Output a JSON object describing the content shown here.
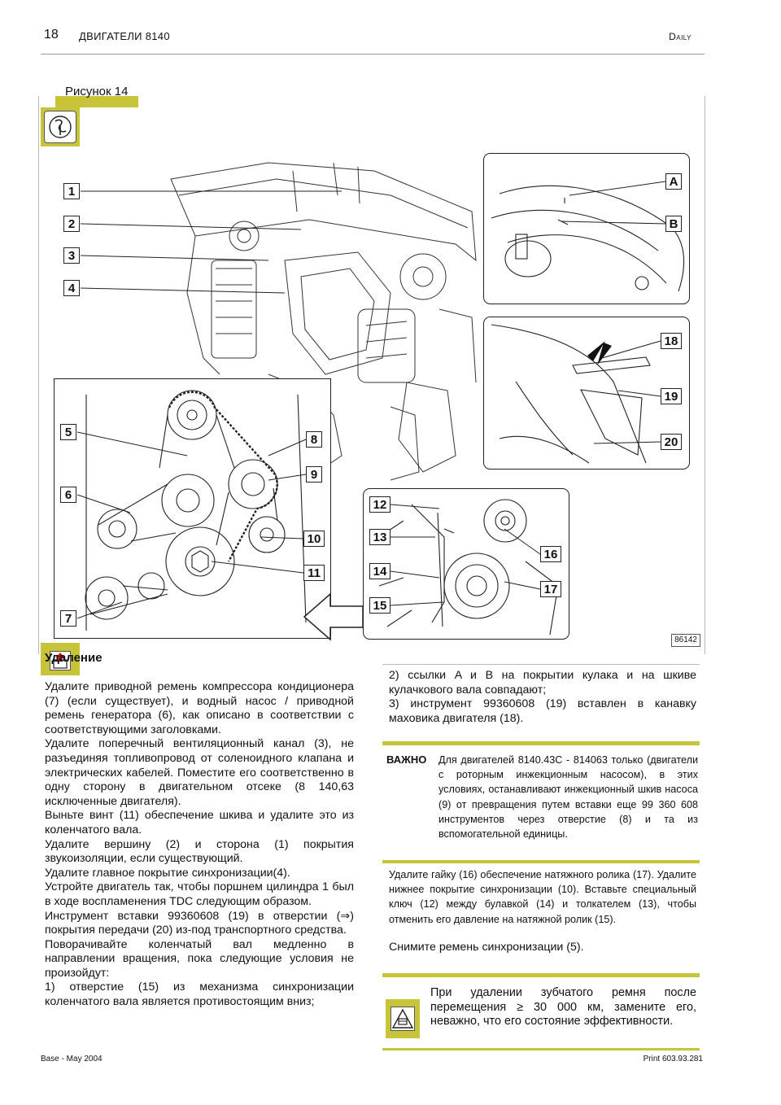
{
  "header": {
    "page_number": "18",
    "title": "ДВИГАТЕЛИ 8140",
    "brand": "Daily"
  },
  "figure": {
    "label": "Рисунок 14",
    "code": "86142",
    "callouts": [
      "1",
      "2",
      "3",
      "4",
      "5",
      "6",
      "7",
      "8",
      "9",
      "10",
      "11",
      "12",
      "13",
      "14",
      "15",
      "16",
      "17",
      "18",
      "19",
      "20",
      "A",
      "B"
    ]
  },
  "icons": {
    "figure_icon": "engine-part-icon",
    "removal_icon": "removal-arrow-icon",
    "warning_icon": "belt-warning-icon"
  },
  "colors": {
    "accent": "#c8c43a"
  },
  "left": {
    "section_title": "Удаление",
    "paragraphs": [
      "Удалите приводной ремень компрессора кондиционера (7) (если существует), и водный насос / приводной ремень генератора (6), как описано в соответствии с соответствующими заголовками.",
      "Удалите поперечный вентиляционный канал (3), не разъединяя топливопровод от соленоидного клапана и электрических кабелей. Поместите его соответственно в одну сторону в двигательном отсеке (8 140,63 исключенные двигателя).",
      "Выньте винт (11) обеспечение шкива и удалите это из коленчатого вала.",
      "Удалите вершину (2) и сторона (1) покрытия звукоизоляции, если существующий.",
      "Удалите главное покрытие синхронизации(4).",
      "Устройте двигатель так, чтобы поршнем цилиндра 1 был в ходе воспламенения TDC следующим образом.",
      "Инструмент вставки 99360608 (19) в отверстии (⇒) покрытия передачи (20) из-под транспортного средства.",
      "Поворачивайте коленчатый вал медленно в направлении вращения, пока следующие условия не произойдут:",
      "1) отверстие (15) из механизма синхронизации коленчатого вала является противостоящим вниз;"
    ]
  },
  "right": {
    "cont_lines": [
      "2) ссылки A и B на покрытии кулака и на шкиве кулачкового вала совпадают;",
      "3) инструмент 99360608 (19) вставлен в канавку маховика двигателя (18)."
    ],
    "important_label": "ВАЖНО",
    "important_text": "Для двигателей 8140.43С - 814063 только (двигатели с роторным инжекционным насосом), в этих условиях, останавливают инжекционный шкив насоса (9) от превращения путем вставки еще 99 360 608 инструментов через отверстие (8) и та из вспомогательной единицы.",
    "steps_small": "Удалите гайку (16) обеспечение натяжного ролика (17). Удалите нижнее покрытие синхронизации (10). Вставьте специальный ключ (12) между булавкой (14) и толкателем (13), чтобы отменить его давление на натяжной ролик (15).",
    "step_belt": "Снимите ремень синхронизации (5).",
    "warning_text": "При удалении зубчатого ремня после перемещения ≥ 30 000 км, замените его, неважно, что его состояние эффективности."
  },
  "footer": {
    "left": "Base - May 2004",
    "right": "Print 603.93.281"
  }
}
